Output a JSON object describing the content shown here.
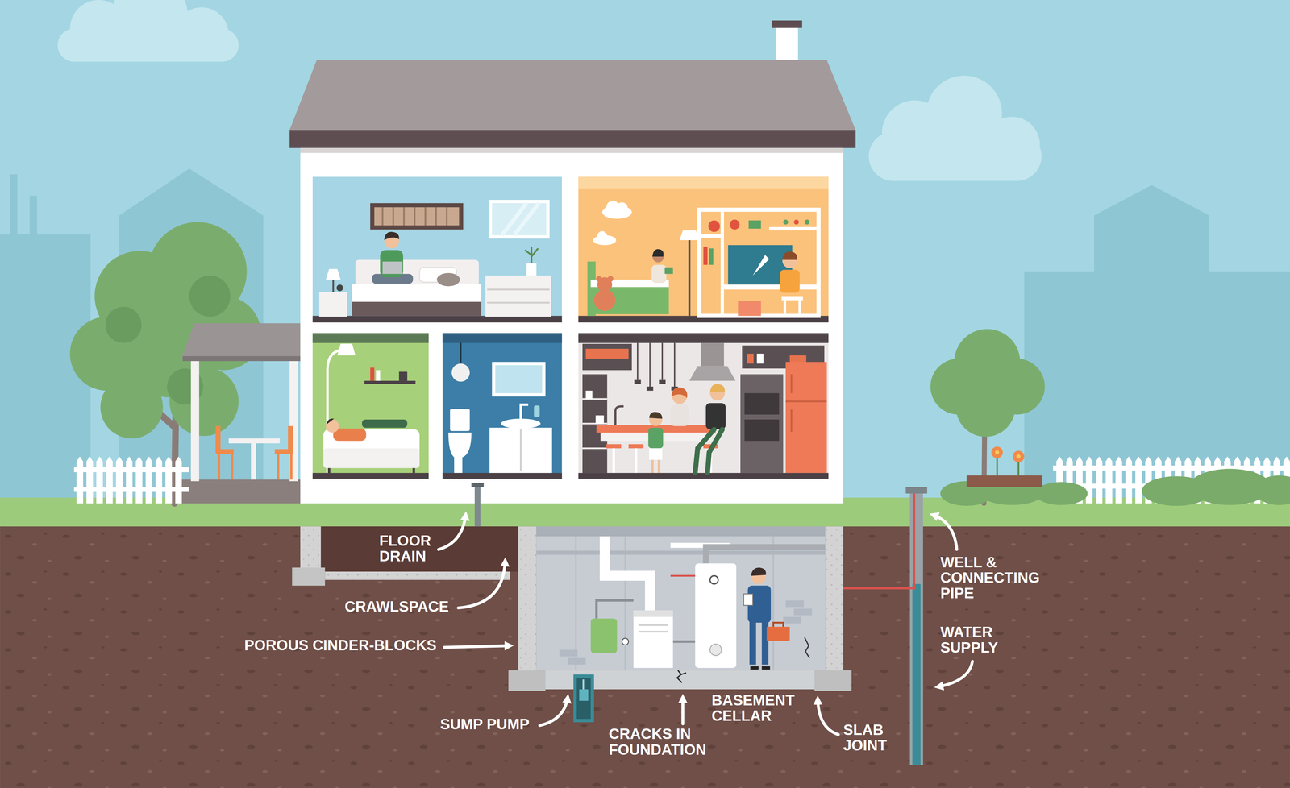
{
  "diagram": {
    "labels": [
      "FLOOR DRAIN",
      "CRAWLSPACE",
      "POROUS CINDER-BLOCKS",
      "SUMP PUMP",
      "CRACKS IN FOUNDATION",
      "BASEMENT CELLAR",
      "SLAB JOINT",
      "WELL & CONNECTING PIPE",
      "WATER SUPPLY"
    ]
  }
}
